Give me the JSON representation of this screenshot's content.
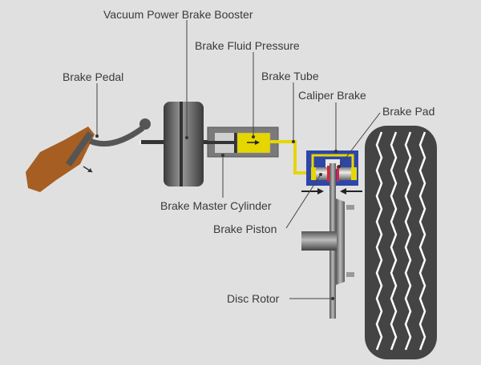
{
  "diagram": {
    "title": "Disc brake system",
    "labels": {
      "booster": "Vacuum Power Brake Booster",
      "fluid_pressure": "Brake Fluid Pressure",
      "pedal": "Brake Pedal",
      "tube": "Brake Tube",
      "caliper": "Caliper Brake",
      "pad": "Brake Pad",
      "master_cylinder": "Brake Master Cylinder",
      "piston": "Brake Piston",
      "rotor": "Disc Rotor"
    },
    "colors": {
      "background": "#e0e0e0",
      "shoe": "#a65e22",
      "fluid": "#e6d600",
      "caliper": "#2e46a8",
      "pad": "#e0203a",
      "tire": "#444444",
      "metal": "#6a6a6a"
    }
  }
}
